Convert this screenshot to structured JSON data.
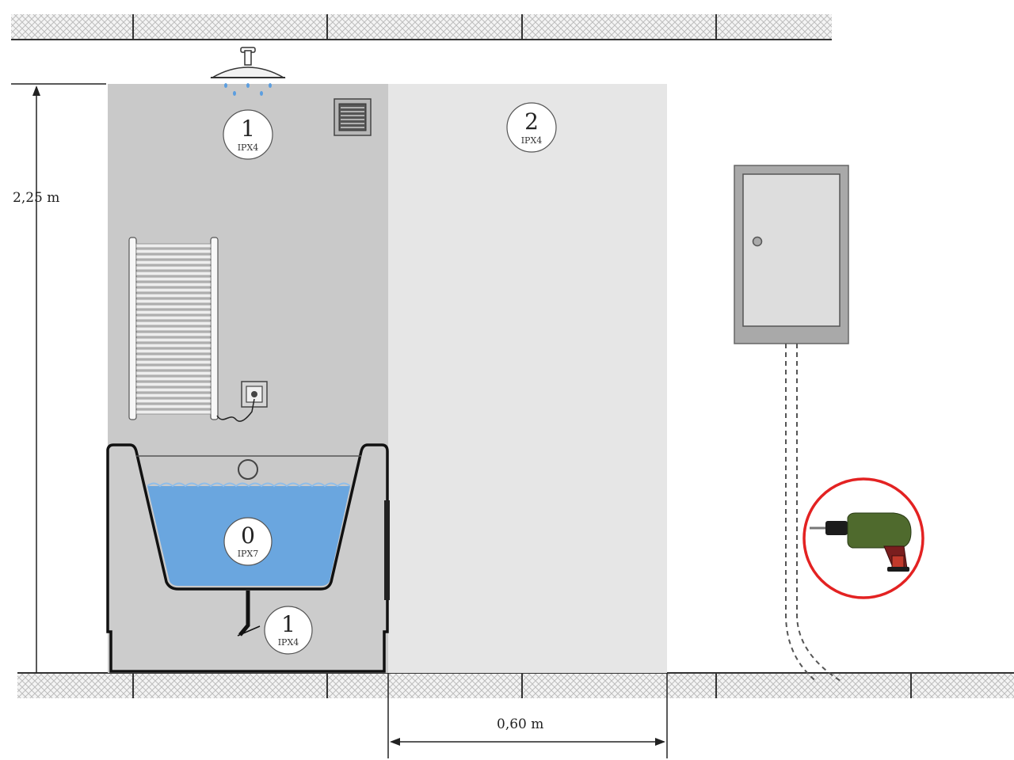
{
  "dimensions": {
    "height_label": "2,25 m",
    "width_label": "0,60 m"
  },
  "zones": [
    {
      "id": "zone-1-top",
      "number": "1",
      "rating": "IPX4"
    },
    {
      "id": "zone-2",
      "number": "2",
      "rating": "IPX4"
    },
    {
      "id": "zone-0",
      "number": "0",
      "rating": "IPX7"
    },
    {
      "id": "zone-1-under",
      "number": "1",
      "rating": "IPX4"
    }
  ],
  "icons": {
    "shower": "shower-head-icon",
    "vent": "ventilation-grille-icon",
    "radiator": "towel-radiator-icon",
    "socket": "wall-socket-icon",
    "panel": "electrical-panel-icon",
    "drill": "drill-prohibited-icon"
  },
  "colors": {
    "zone1_fill": "#c9c9c9",
    "zone2_fill": "#e6e6e6",
    "water": "#6aa6df",
    "warning_red": "#e32222",
    "drill_green": "#4f6a2d"
  }
}
